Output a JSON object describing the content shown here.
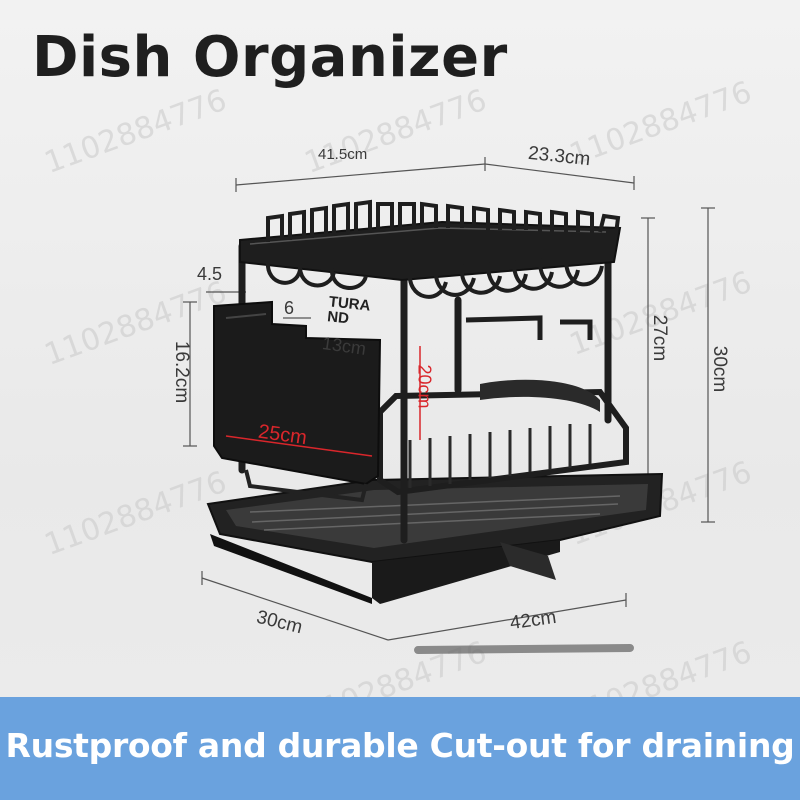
{
  "title": "Dish Organizer",
  "watermark": "1102884776",
  "dimensions": {
    "width_top": "41.5cm",
    "depth_top": "23.3cm",
    "rack_height": "27cm",
    "total_height": "30cm",
    "holder_gap": "4.5",
    "holder_height": "16.2cm",
    "holder_inner": "6",
    "inner_depth": "13cm",
    "inner_height": "20cm",
    "holder_length": "25cm",
    "base_depth": "30cm",
    "base_width": "42cm"
  },
  "product_label": "TURA ND",
  "banner": "Rustproof and durable Cut-out for draining",
  "colors": {
    "banner": "#6aa2de",
    "rack": "#1e1e1e",
    "accent": "#d9262b"
  }
}
